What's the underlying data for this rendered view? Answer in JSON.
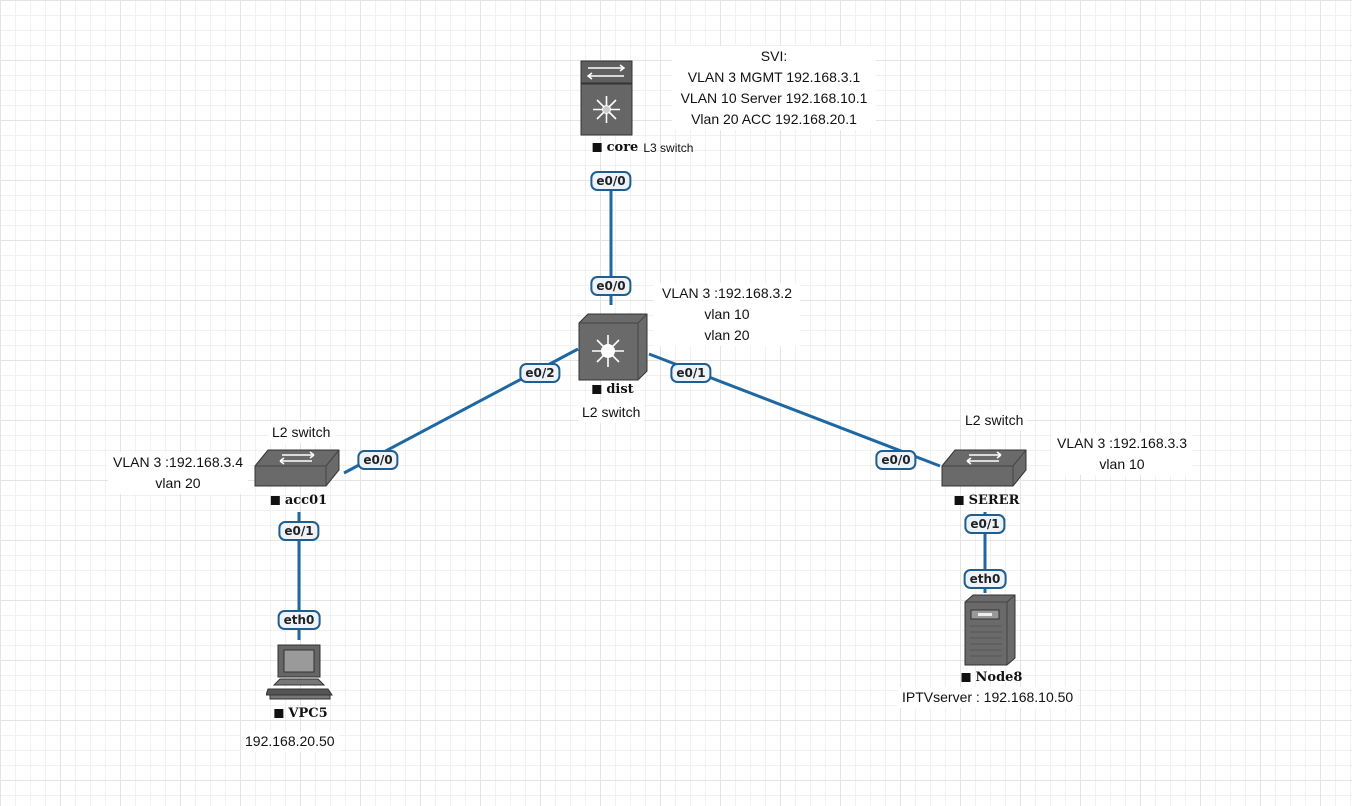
{
  "nodes": {
    "core": {
      "name": "core",
      "type_label": "L3 switch"
    },
    "dist": {
      "name": "dist",
      "type_label": "L2 switch"
    },
    "acc01": {
      "name": "acc01",
      "type_label": "L2 switch"
    },
    "serer": {
      "name": "SERER",
      "type_label": "L2 switch"
    },
    "vpc5": {
      "name": "VPC5",
      "ip": "192.168.20.50"
    },
    "node8": {
      "name": "Node8",
      "note": "IPTVserver : 192.168.10.50"
    }
  },
  "notes": {
    "core_svi": [
      "SVI:",
      "VLAN 3 MGMT 192.168.3.1",
      "VLAN 10 Server 192.168.10.1",
      "Vlan 20 ACC 192.168.20.1"
    ],
    "dist": [
      "VLAN 3 :192.168.3.2",
      "vlan 10",
      "vlan 20"
    ],
    "acc01": [
      "VLAN 3 :192.168.3.4",
      "vlan 20"
    ],
    "serer": [
      "VLAN 3 :192.168.3.3",
      "vlan 10"
    ]
  },
  "links": [
    {
      "from": "core",
      "to": "dist",
      "from_port": "e0/0",
      "to_port": "e0/0"
    },
    {
      "from": "dist",
      "to": "acc01",
      "from_port": "e0/2",
      "to_port": "e0/0"
    },
    {
      "from": "dist",
      "to": "serer",
      "from_port": "e0/1",
      "to_port": "e0/0"
    },
    {
      "from": "acc01",
      "to": "vpc5",
      "from_port": "e0/1",
      "to_port": "eth0"
    },
    {
      "from": "serer",
      "to": "node8",
      "from_port": "e0/1",
      "to_port": "eth0"
    }
  ],
  "colors": {
    "link": "#1f67a3",
    "port_border": "#1f5e8e",
    "port_fill": "#eef3fa",
    "device": "#5a5a5a"
  }
}
